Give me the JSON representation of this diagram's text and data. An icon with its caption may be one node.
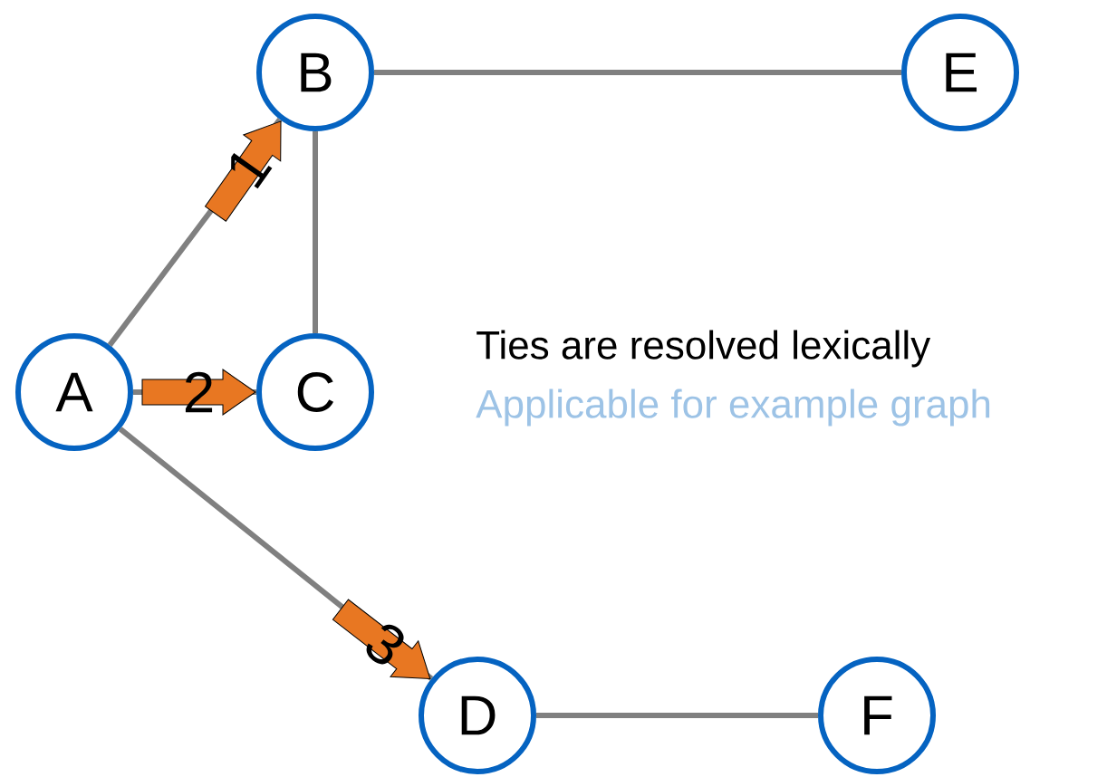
{
  "diagram": {
    "nodes": [
      {
        "text": [
          "A"
        ]
      },
      {
        "text": [
          "B"
        ]
      },
      {
        "text": [
          "C"
        ]
      },
      {
        "text": [
          "D"
        ]
      },
      {
        "text": [
          "E"
        ]
      },
      {
        "text": [
          "F"
        ]
      }
    ],
    "edges": [
      {
        "from": 0,
        "to": 1,
        "arrow": "none"
      },
      {
        "from": 0,
        "to": 2,
        "arrow": "none"
      },
      {
        "from": 0,
        "to": 3,
        "arrow": "none"
      },
      {
        "from": 1,
        "to": 2,
        "arrow": "none"
      },
      {
        "from": 1,
        "to": 4,
        "arrow": "none"
      },
      {
        "from": 3,
        "to": 5,
        "arrow": "none"
      },
      {
        "from": null,
        "to": 1,
        "arrow": "to",
        "label": "1",
        "style": "thick",
        "color": "#e87722"
      },
      {
        "from": 0,
        "to": 2,
        "arrow": "to",
        "label": "2",
        "style": "thick",
        "color": "#e87722"
      },
      {
        "from": null,
        "to": 3,
        "arrow": "to",
        "label": "3",
        "style": "thick",
        "color": "#e87722"
      }
    ],
    "labels": [
      "Ties are resolved lexically",
      "Applicable for example graph"
    ]
  }
}
